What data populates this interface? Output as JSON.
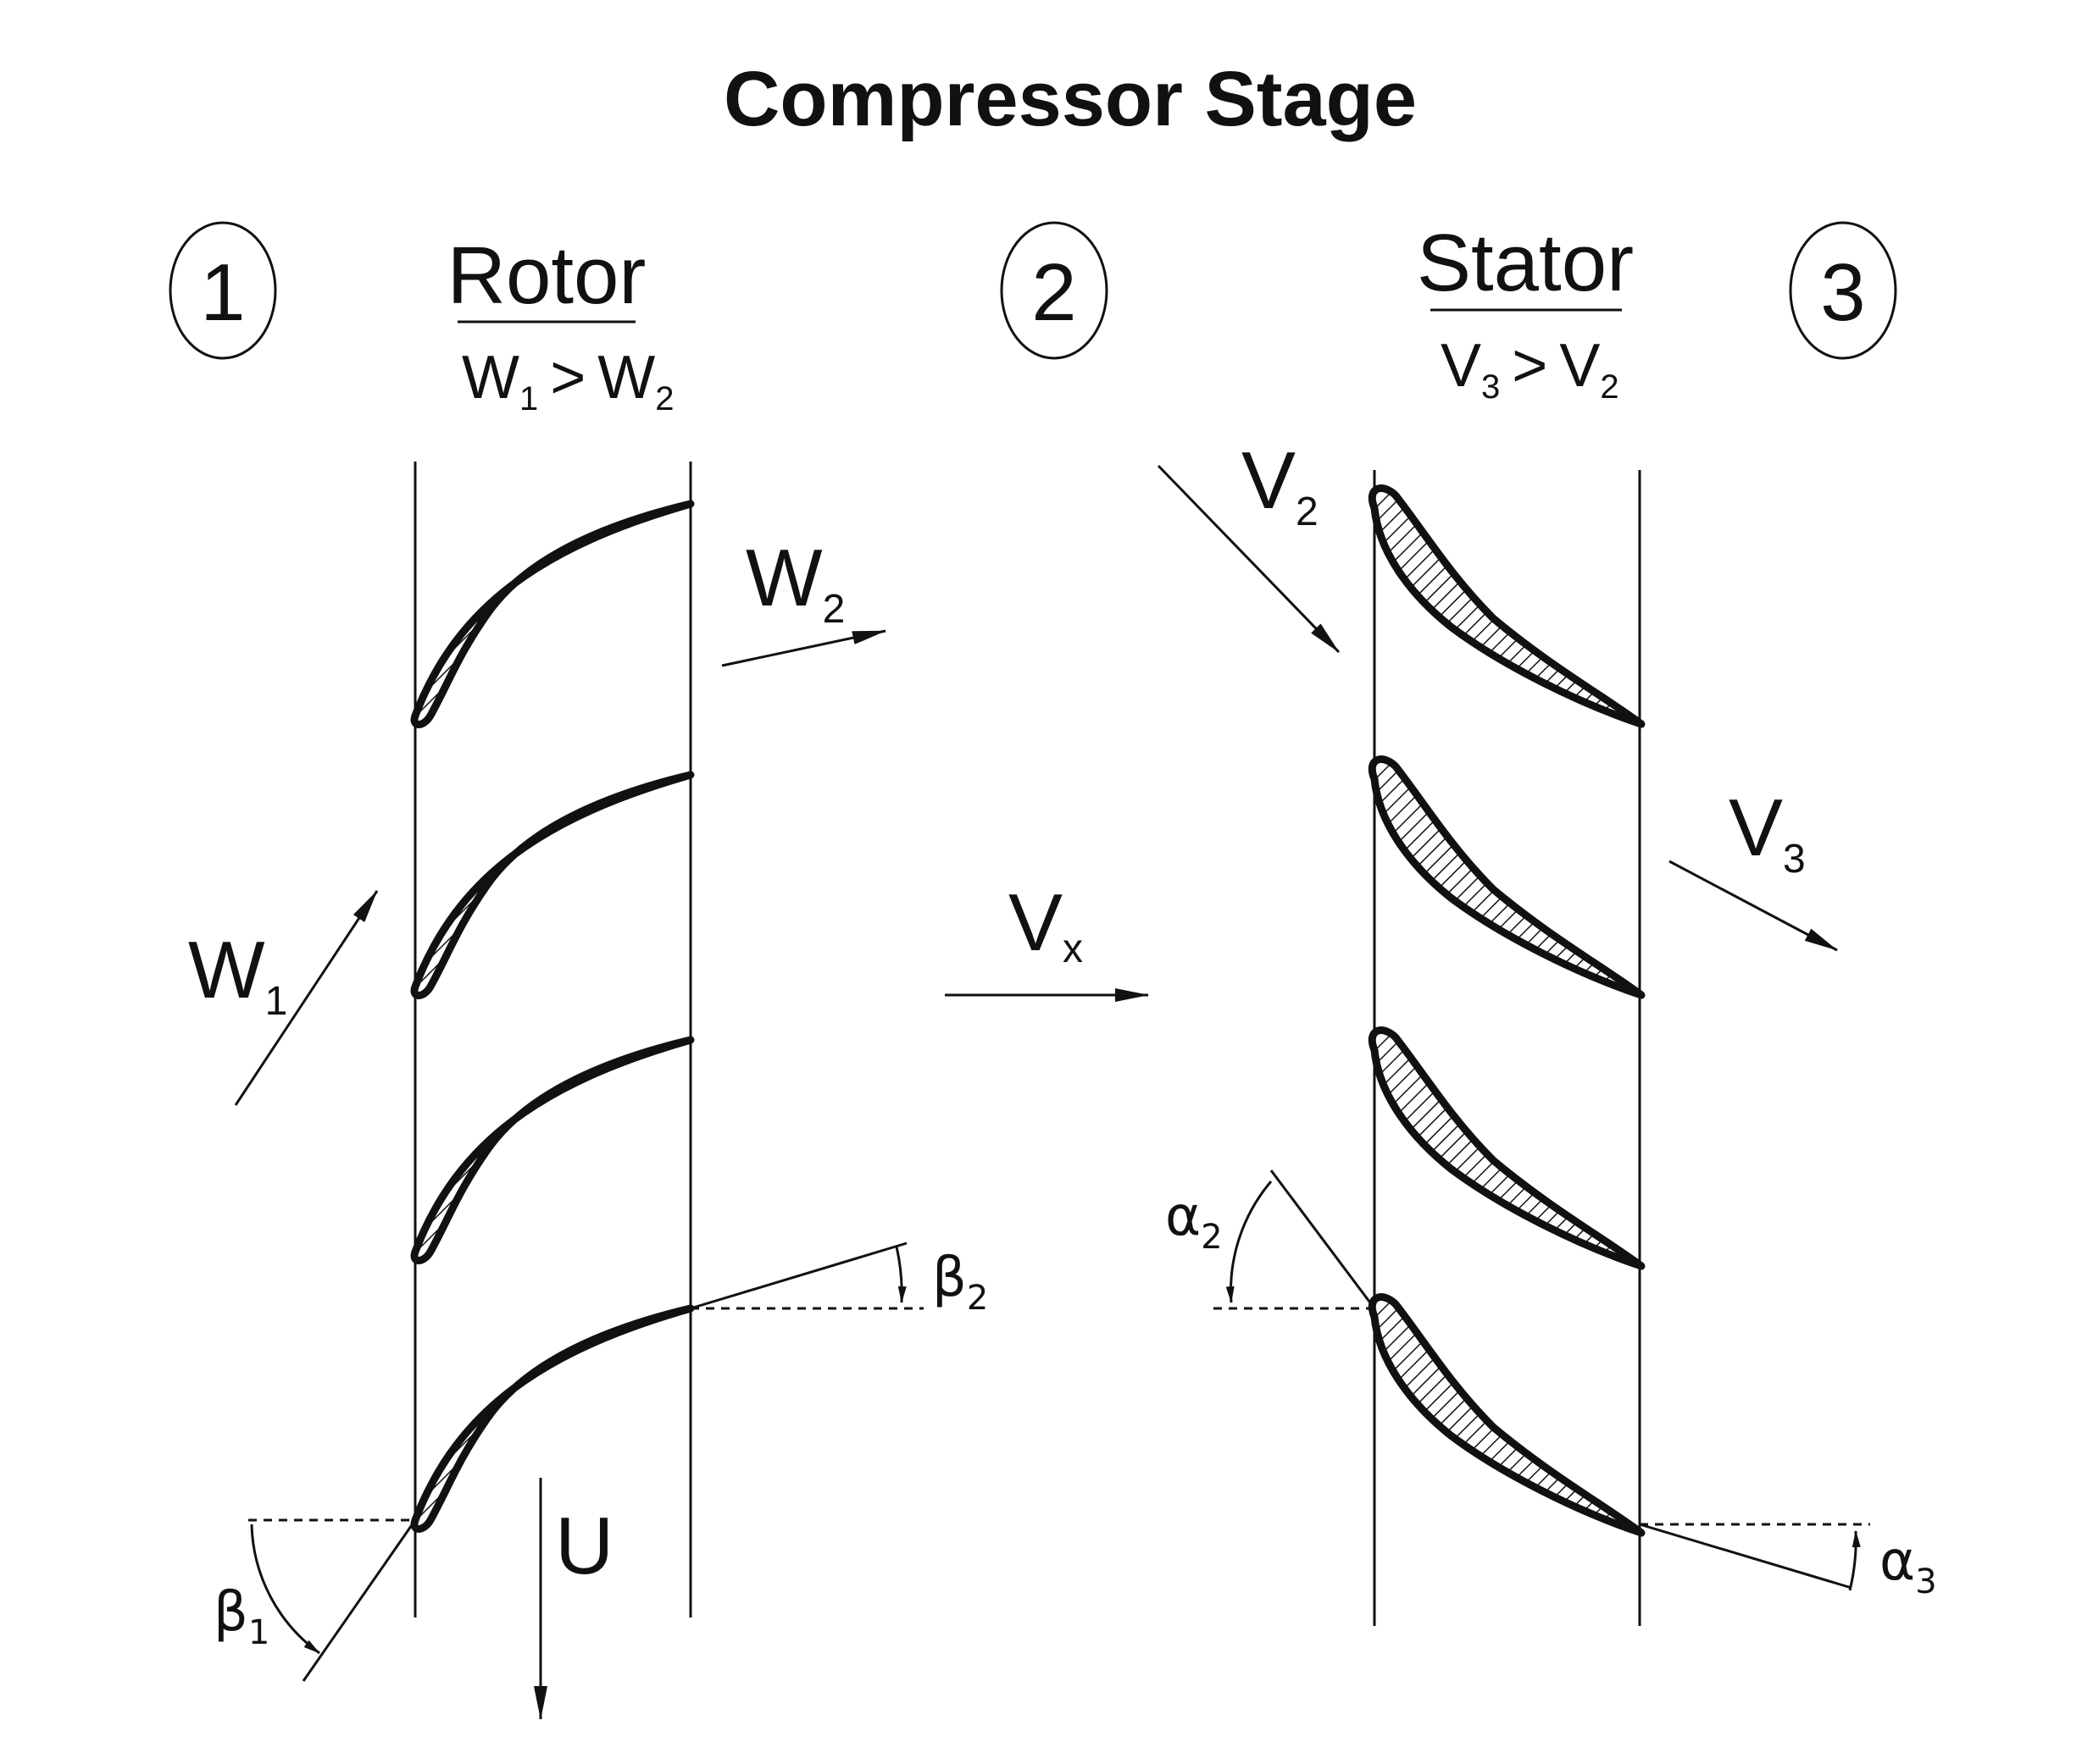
{
  "title": "Compressor Stage",
  "stations": {
    "s1": "1",
    "s2": "2",
    "s3": "3"
  },
  "rotor": {
    "label": "Rotor",
    "condition": {
      "a": "W",
      "a_sub": "1",
      "op": ">",
      "b": "W",
      "b_sub": "2"
    }
  },
  "stator": {
    "label": "Stator",
    "condition": {
      "a": "V",
      "a_sub": "3",
      "op": ">",
      "b": "V",
      "b_sub": "2"
    }
  },
  "vectors": {
    "w1": {
      "main": "W",
      "sub": "1"
    },
    "w2": {
      "main": "W",
      "sub": "2"
    },
    "vx": {
      "main": "V",
      "sub": "x"
    },
    "v2": {
      "main": "V",
      "sub": "2"
    },
    "v3": {
      "main": "V",
      "sub": "3"
    },
    "u": {
      "main": "U"
    }
  },
  "angles": {
    "beta1": {
      "main": "β",
      "sub": "1"
    },
    "beta2": {
      "main": "β",
      "sub": "2"
    },
    "alpha2": {
      "main": "α",
      "sub": "2"
    },
    "alpha3": {
      "main": "α",
      "sub": "3"
    }
  },
  "colors": {
    "ink": "#111111",
    "background": "#ffffff"
  }
}
